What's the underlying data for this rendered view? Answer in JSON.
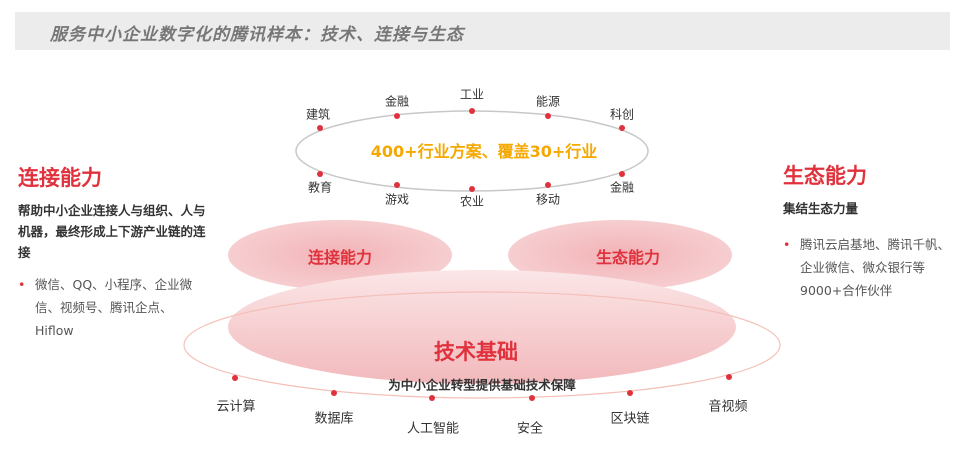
{
  "header": {
    "title": "服务中小企业数字化的腾讯样本：技术、连接与生态"
  },
  "top_ring": {
    "center_text": "400+行业方案、覆盖30+行业",
    "upper_labels": [
      "建筑",
      "金融",
      "工业",
      "能源",
      "科创"
    ],
    "lower_labels": [
      "教育",
      "游戏",
      "农业",
      "移动",
      "金融"
    ]
  },
  "middle": {
    "left": "连接能力",
    "right": "生态能力"
  },
  "base": {
    "title": "技术基础",
    "subtitle": "为中小企业转型提供基础技术保障",
    "labels": [
      "云计算",
      "数据库",
      "人工智能",
      "安全",
      "区块链",
      "音视频"
    ]
  },
  "left_panel": {
    "title": "连接能力",
    "subtitle": "帮助中小企业连接人与组织、人与机器，最终形成上下游产业链的连接",
    "bullet": "微信、QQ、小程序、企业微信、视频号、腾讯企点、Hiflow"
  },
  "right_panel": {
    "title": "生态能力",
    "subtitle": "集结生态力量",
    "bullet": "腾讯云启基地、腾讯千帆、企业微信、微众银行等9000+合作伙伴"
  },
  "colors": {
    "accent": "#e0323c",
    "orange": "#f5a800",
    "pink": "#f3b7bb"
  }
}
